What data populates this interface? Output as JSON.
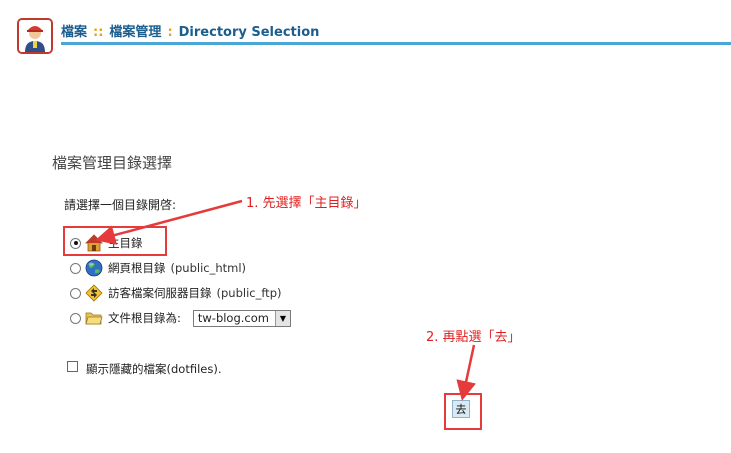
{
  "breadcrumb": {
    "item1": "檔案",
    "sep1": "::",
    "item2": "檔案管理",
    "sep2": ":",
    "item3": "Directory Selection"
  },
  "page_title": "檔案管理目錄選擇",
  "prompt": "請選擇一個目錄開啓:",
  "options": [
    {
      "label": "主目錄",
      "suffix": "",
      "icon": "home-icon",
      "checked": true
    },
    {
      "label": "網頁根目錄",
      "suffix": "(public_html)",
      "icon": "globe-icon",
      "checked": false
    },
    {
      "label": "訪客檔案伺服器目錄",
      "suffix": "(public_ftp)",
      "icon": "ftp-icon",
      "checked": false
    },
    {
      "label": "文件根目錄為:",
      "suffix": "",
      "icon": "folder-icon",
      "checked": false
    }
  ],
  "docroot_select": {
    "value": "tw-blog.com"
  },
  "dotfiles": {
    "label": "顯示隱藏的檔案(dotfiles).",
    "checked": false
  },
  "go_button": {
    "label": "去"
  },
  "annotations": {
    "step1": "1. 先選擇「主目錄」",
    "step2": "2. 再點選「去」"
  },
  "colors": {
    "breadcrumb_text": "#1a5e8f",
    "separator": "#e8a020",
    "header_line": "#4aa6d6",
    "annotation": "#e53b3b"
  }
}
